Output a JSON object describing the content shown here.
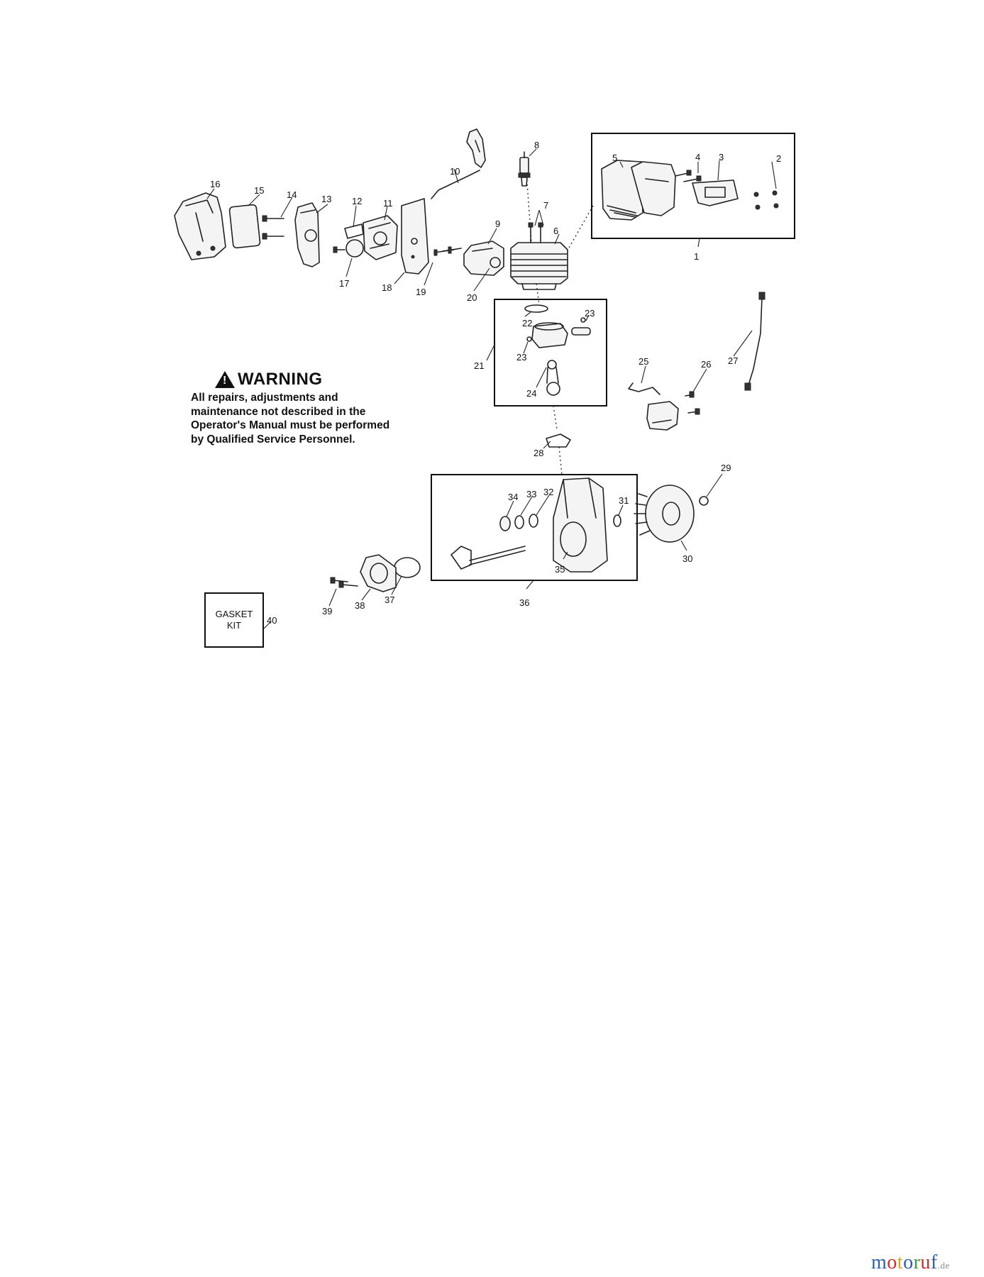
{
  "warning": {
    "title": "WARNING",
    "body": "All repairs, adjustments and maintenance not described in the Operator's Manual must be performed by Qualified Service Personnel."
  },
  "gasket_kit": {
    "line1": "GASKET",
    "line2": "KIT"
  },
  "callouts": [
    "1",
    "2",
    "3",
    "4",
    "5",
    "6",
    "7",
    "8",
    "9",
    "10",
    "11",
    "12",
    "13",
    "14",
    "15",
    "16",
    "17",
    "18",
    "19",
    "20",
    "21",
    "22",
    "23",
    "23",
    "24",
    "25",
    "26",
    "27",
    "28",
    "29",
    "30",
    "31",
    "32",
    "33",
    "34",
    "35",
    "36",
    "37",
    "38",
    "39",
    "40"
  ],
  "logo": {
    "letters": [
      "m",
      "o",
      "t",
      "o",
      "r",
      "u",
      "f"
    ],
    "colors": [
      "#2b5fb0",
      "#c8302c",
      "#e0a321",
      "#2b5fb0",
      "#3a9a3a",
      "#c8302c",
      "#2b5fb0"
    ],
    "suffix": ".de"
  }
}
